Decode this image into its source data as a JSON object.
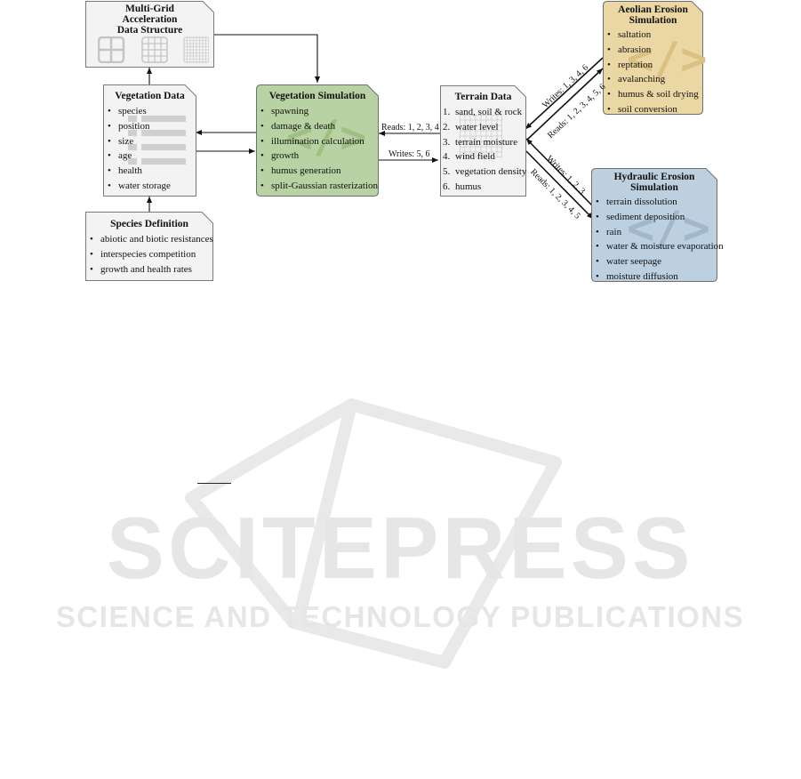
{
  "watermark": {
    "line1": "SCITEPRESS",
    "line2": "SCIENCE AND TECHNOLOGY PUBLICATIONS"
  },
  "multigrid": {
    "title_line1": "Multi-Grid",
    "title_line2": "Acceleration",
    "title_line3": "Data Structure"
  },
  "vegdata": {
    "title": "Vegetation Data",
    "items": [
      "species",
      "position",
      "size",
      "age",
      "health",
      "water storage"
    ]
  },
  "species": {
    "title": "Species Definition",
    "items": [
      "abiotic and biotic resistances",
      "interspecies competition",
      "growth and health rates"
    ]
  },
  "vegsim": {
    "title": "Vegetation Simulation",
    "items": [
      "spawning",
      "damage & death",
      "illumination calculation",
      "growth",
      "humus generation",
      "split-Gaussian rasterization"
    ],
    "color": "#b9d2a4"
  },
  "terrain": {
    "title": "Terrain Data",
    "items": [
      "sand, soil & rock",
      "water level",
      "terrain moisture",
      "wind field",
      "vegetation density",
      "humus"
    ]
  },
  "aeolian": {
    "title_line1": "Aeolian Erosion",
    "title_line2": "Simulation",
    "items": [
      "saltation",
      "abrasion",
      "reptation",
      "avalanching",
      "humus & soil drying",
      "soil conversion"
    ],
    "color": "#ead7a4"
  },
  "hydraulic": {
    "title_line1": "Hydraulic Erosion",
    "title_line2": "Simulation",
    "items": [
      "terrain dissolution",
      "sediment deposition",
      "rain",
      "water & moisture evaporation",
      "water seepage",
      "moisture diffusion"
    ],
    "color": "#bcd0e0"
  },
  "edges": {
    "reads_veg": "Reads: 1, 2, 3, 4",
    "writes_veg": "Writes: 5, 6",
    "writes_aeolian": "Writes: 1, 3, 4, 6",
    "reads_aeolian": "Reads: 1, 2, 3, 4, 5, 6",
    "writes_hydraulic": "Writes: 1, 2, 3",
    "reads_hydraulic": "Reads: 1, 2, 3, 4, 5"
  },
  "code_glyph": "</>"
}
